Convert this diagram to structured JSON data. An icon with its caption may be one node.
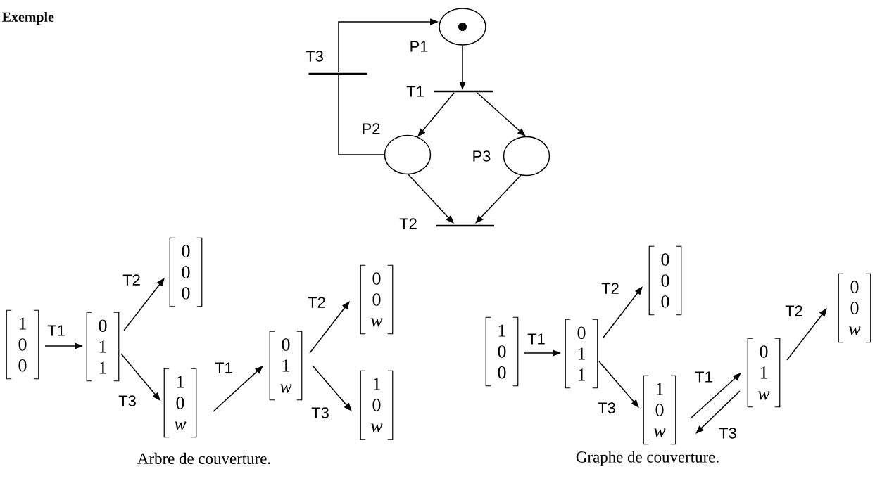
{
  "diagram": {
    "title": "Exemple",
    "nodes": [
      {
        "text": [],
        "shape": "circle",
        "beside": [
          "P1"
        ]
      },
      {
        "text": [],
        "shape": "bar",
        "beside": [
          "T3"
        ]
      },
      {
        "text": [],
        "shape": "bar",
        "beside": [
          "T1"
        ]
      },
      {
        "text": [],
        "shape": "circle",
        "beside": [
          "P2"
        ]
      },
      {
        "text": [],
        "shape": "circle",
        "beside": [
          "P3"
        ]
      },
      {
        "text": [],
        "shape": "bar",
        "beside": [
          "T2"
        ]
      },
      {
        "text": [
          "1",
          "0",
          "0"
        ]
      },
      {
        "text": [
          "0",
          "1",
          "1"
        ]
      },
      {
        "text": [
          "0",
          "0",
          "0"
        ]
      },
      {
        "text": [
          "1",
          "0",
          "*w*"
        ]
      },
      {
        "text": [
          "0",
          "1",
          "*w*"
        ]
      },
      {
        "text": [
          "0",
          "0",
          "*w*"
        ]
      },
      {
        "text": [
          "1",
          "0",
          "*w*"
        ]
      },
      {
        "text": [
          "1",
          "0",
          "0"
        ]
      },
      {
        "text": [
          "0",
          "1",
          "1"
        ]
      },
      {
        "text": [
          "0",
          "0",
          "0"
        ]
      },
      {
        "text": [
          "1",
          "0",
          "*w*"
        ]
      },
      {
        "text": [
          "0",
          "1",
          "*w*"
        ]
      },
      {
        "text": [
          "0",
          "0",
          "*w*"
        ]
      }
    ],
    "edges": [
      {
        "from": 1,
        "to": 0,
        "arrow": "to"
      },
      {
        "from": 3,
        "to": 1,
        "arrow": "none"
      },
      {
        "from": 0,
        "to": 2,
        "arrow": "to"
      },
      {
        "from": 2,
        "to": 3,
        "arrow": "to"
      },
      {
        "from": 2,
        "to": 4,
        "arrow": "to"
      },
      {
        "from": 3,
        "to": 5,
        "arrow": "to"
      },
      {
        "from": 4,
        "to": 5,
        "arrow": "to"
      },
      {
        "from": 6,
        "to": 7,
        "arrow": "to",
        "label": "T1"
      },
      {
        "from": 7,
        "to": 8,
        "arrow": "to",
        "label": "T2"
      },
      {
        "from": 7,
        "to": 9,
        "arrow": "to",
        "label": "T3"
      },
      {
        "from": 9,
        "to": 10,
        "arrow": "to",
        "label": "T1"
      },
      {
        "from": 10,
        "to": 11,
        "arrow": "to",
        "label": "T2"
      },
      {
        "from": 10,
        "to": 12,
        "arrow": "to",
        "label": "T3"
      },
      {
        "from": 13,
        "to": 14,
        "arrow": "to",
        "label": "T1"
      },
      {
        "from": 14,
        "to": 15,
        "arrow": "to",
        "label": "T2"
      },
      {
        "from": 14,
        "to": 16,
        "arrow": "to",
        "label": "T3"
      },
      {
        "from": 16,
        "to": 17,
        "arrow": "to",
        "label": "T1"
      },
      {
        "from": 17,
        "to": 16,
        "arrow": "to",
        "label": "T3"
      },
      {
        "from": 17,
        "to": 18,
        "arrow": "to",
        "label": "T2"
      }
    ],
    "labels": [
      "Arbre de couverture.",
      "Graphe de couverture."
    ]
  }
}
